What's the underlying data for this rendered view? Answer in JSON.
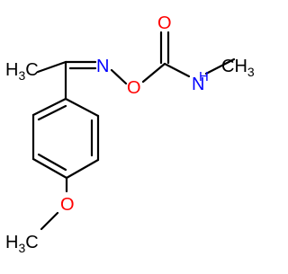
{
  "molecule": {
    "labels": {
      "methyl_ketimine": "H3C",
      "oxime_nitrogen": "N",
      "oxime_oxygen": "O",
      "carbonyl_oxygen": "O",
      "amide_nitrogen": "N",
      "amide_hydrogen": "H",
      "n_methyl": "CH3",
      "methoxy": "H3C",
      "methoxy_oxygen": "O"
    },
    "colors": {
      "bond": "#000000",
      "carbon_label": "#000000",
      "nitrogen": "#0000ff",
      "oxygen": "#ff0000"
    }
  }
}
